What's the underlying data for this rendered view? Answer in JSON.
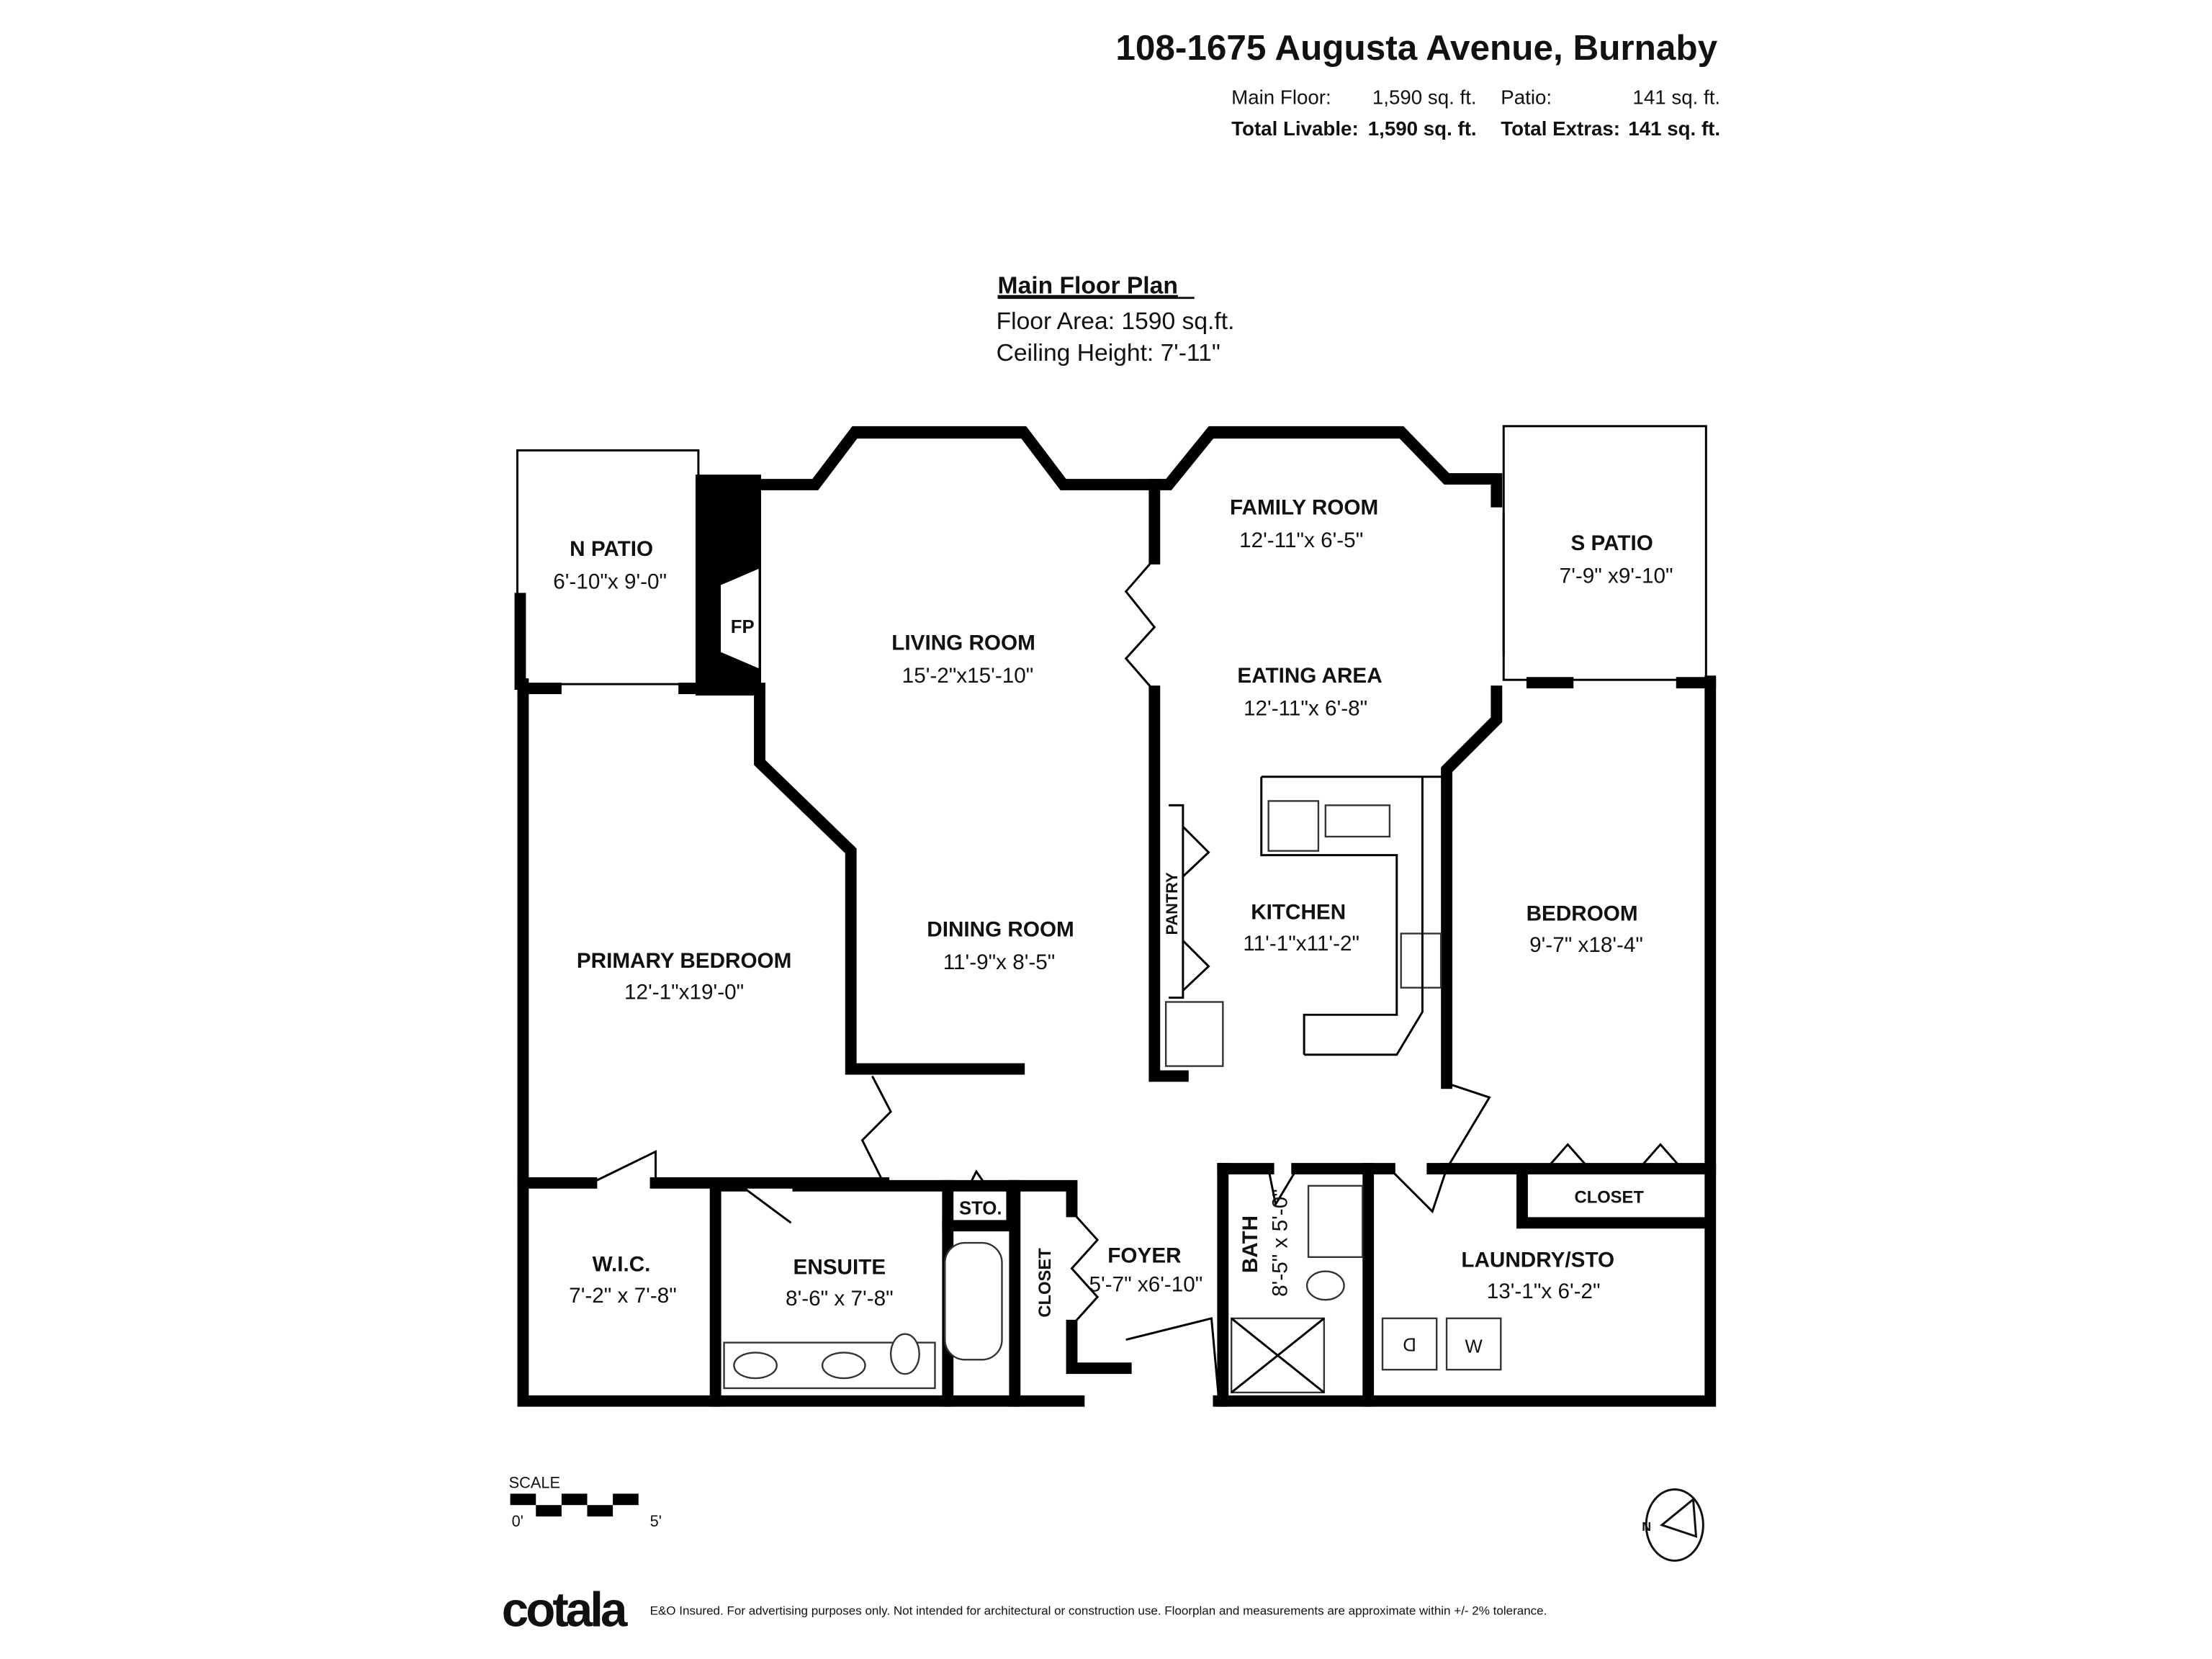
{
  "header": {
    "address": "108-1675 Augusta Avenue, Burnaby",
    "main_floor_label": "Main Floor:",
    "main_floor_value": "1,590 sq. ft.",
    "patio_label": "Patio:",
    "patio_value": "141 sq. ft.",
    "total_livable_label": "Total Livable:",
    "total_livable_value": "1,590 sq. ft.",
    "total_extras_label": "Total Extras:",
    "total_extras_value": "141 sq. ft."
  },
  "plan": {
    "title": "Main Floor Plan",
    "floor_area": "Floor Area: 1590 sq.ft.",
    "ceiling_height": "Ceiling Height: 7'-11\""
  },
  "rooms": {
    "n_patio": {
      "name": "N PATIO",
      "dims": "6'-10\"x 9'-0\""
    },
    "fp": {
      "name": "FP"
    },
    "living": {
      "name": "LIVING ROOM",
      "dims": "15'-2\"x15'-10\""
    },
    "family": {
      "name": "FAMILY ROOM",
      "dims": "12'-11\"x 6'-5\""
    },
    "s_patio": {
      "name": "S PATIO",
      "dims": "7'-9\" x9'-10\""
    },
    "eating": {
      "name": "EATING AREA",
      "dims": "12'-11\"x 6'-8\""
    },
    "dining": {
      "name": "DINING ROOM",
      "dims": "11'-9\"x 8'-5\""
    },
    "kitchen": {
      "name": "KITCHEN",
      "dims": "11'-1\"x11'-2\""
    },
    "pantry": {
      "name": "PANTRY"
    },
    "bedroom": {
      "name": "BEDROOM",
      "dims": "9'-7\" x18'-4\""
    },
    "primary": {
      "name": "PRIMARY BEDROOM",
      "dims": "12'-1\"x19'-0\""
    },
    "wic": {
      "name": "W.I.C.",
      "dims": "7'-2\" x 7'-8\""
    },
    "ensuite": {
      "name": "ENSUITE",
      "dims": "8'-6\" x 7'-8\""
    },
    "sto": {
      "name": "STO."
    },
    "closet_foyer": {
      "name": "CLOSET"
    },
    "foyer": {
      "name": "FOYER",
      "dims": "5'-7\" x6'-10\""
    },
    "bath": {
      "name": "BATH",
      "dims": "8'-5\" x 5'-0\""
    },
    "closet_bed": {
      "name": "CLOSET"
    },
    "laundry": {
      "name": "LAUNDRY/STO",
      "dims": "13'-1\"x 6'-2\""
    },
    "dryer": {
      "name": "D"
    },
    "washer": {
      "name": "W"
    }
  },
  "scale": {
    "label": "SCALE",
    "start": "0'",
    "end": "5'"
  },
  "compass": {
    "letter": "N"
  },
  "footer": {
    "logo": "cotala",
    "disclaimer": "E&O Insured. For advertising purposes only. Not intended for architectural or construction use. Floorplan and measurements are approximate within +/- 2% tolerance."
  }
}
